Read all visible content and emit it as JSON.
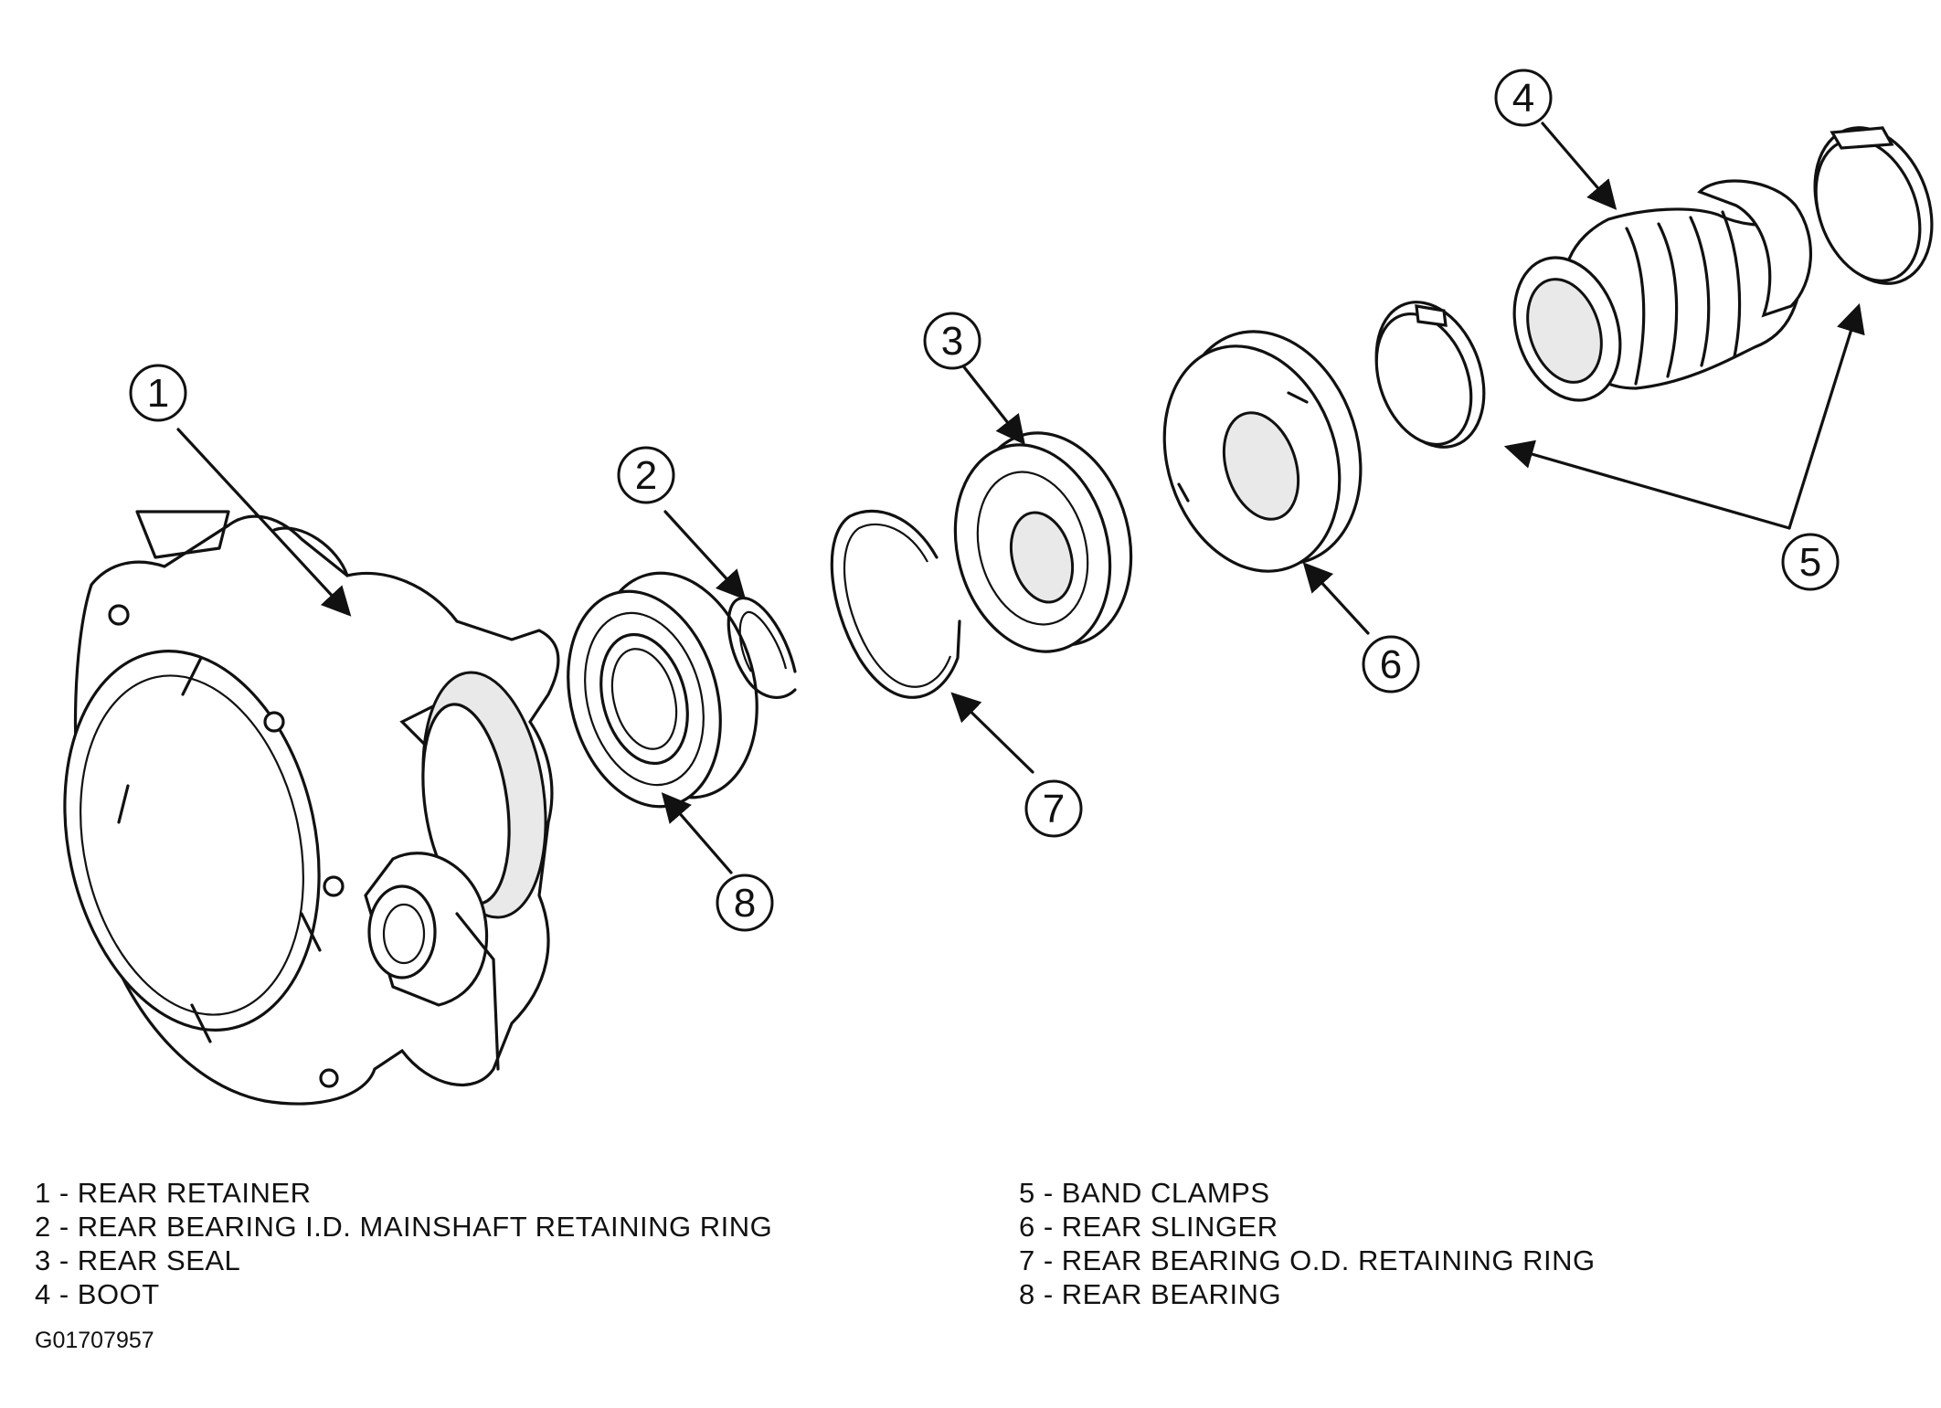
{
  "callouts": [
    "1",
    "2",
    "3",
    "4",
    "5",
    "6",
    "7",
    "8"
  ],
  "legend": {
    "left": [
      "1 - REAR RETAINER",
      "2 - REAR BEARING I.D. MAINSHAFT RETAINING RING",
      "3 - REAR SEAL",
      "4 - BOOT"
    ],
    "right": [
      "5 - BAND CLAMPS",
      "6 - REAR SLINGER",
      "7 - REAR BEARING O.D. RETAINING RING",
      "8 - REAR BEARING"
    ]
  },
  "figure_id": "G01707957"
}
